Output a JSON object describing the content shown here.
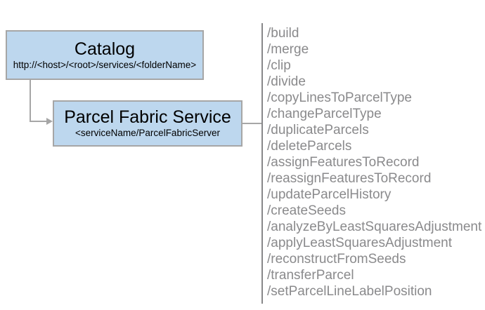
{
  "diagram": {
    "catalog_box": {
      "title": "Catalog",
      "subtitle": "http://<host>/<root>/services/<folderName>"
    },
    "service_box": {
      "title": "Parcel Fabric Service",
      "subtitle": "<serviceName/ParcelFabricServer"
    },
    "endpoints": [
      "/build",
      "/merge",
      "/clip",
      "/divide",
      "/copyLinesToParcelType",
      "/changeParcelType",
      "/duplicateParcels",
      "/deleteParcels",
      "/assignFeaturesToRecord",
      "/reassignFeaturesToRecord",
      "/updateParcelHistory",
      "/createSeeds",
      "/analyzeByLeastSquaresAdjustment",
      "/applyLeastSquaresAdjustment",
      "/reconstructFromSeeds",
      "/transferParcel",
      "/setParcelLineLabelPosition"
    ],
    "colors": {
      "box_fill": "#bdd7ee",
      "box_border": "#a6a6a6",
      "connector": "#a6a6a6",
      "divider": "#88888a",
      "endpoint_text": "#8a8a8c",
      "title_text": "#000000"
    }
  }
}
